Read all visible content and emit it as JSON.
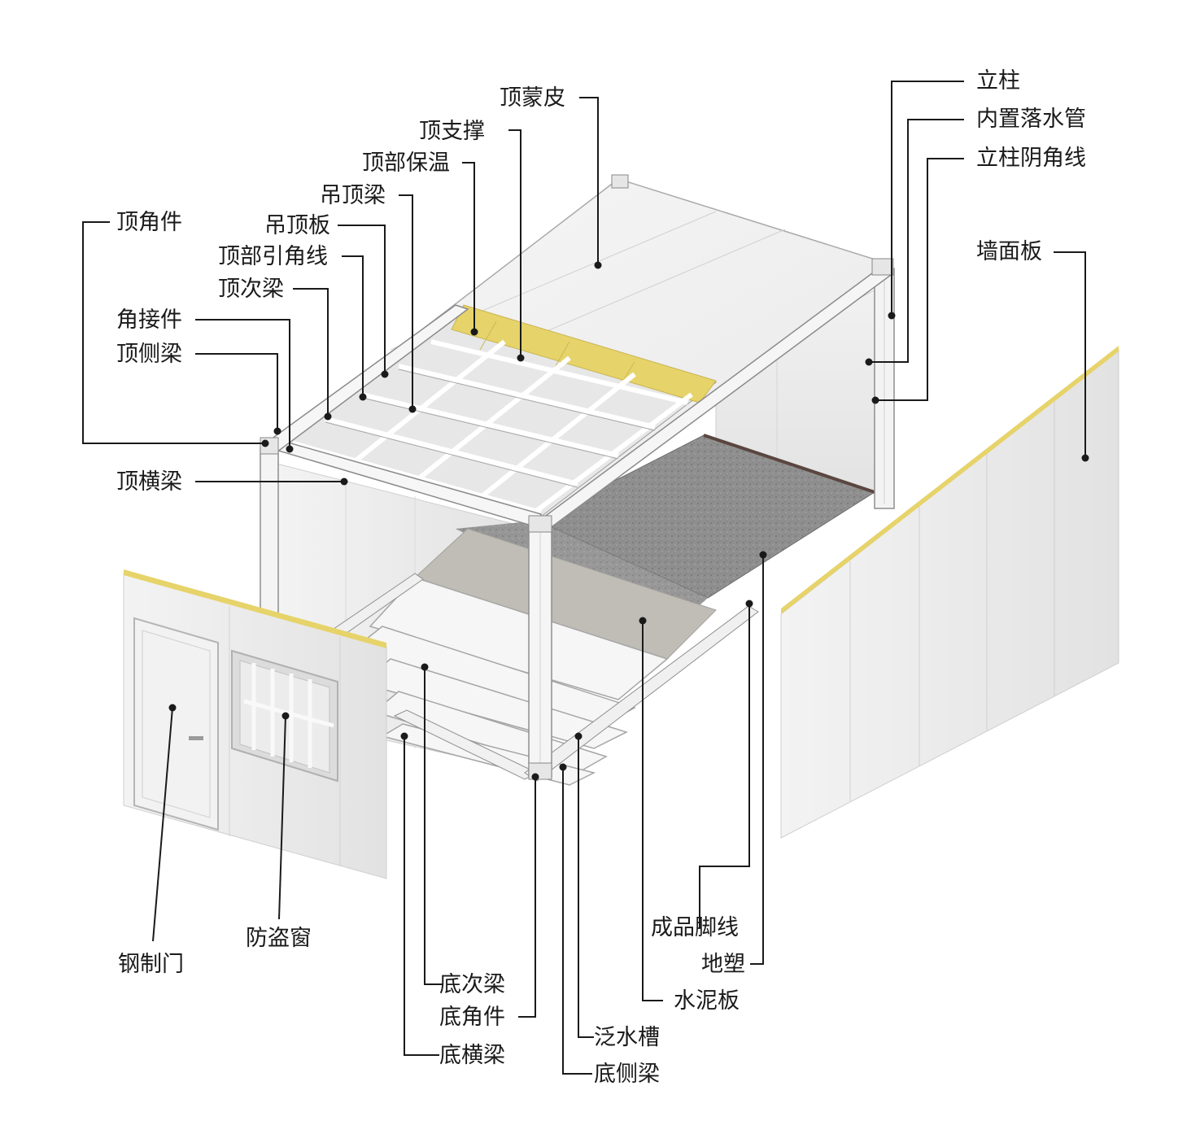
{
  "labels": {
    "top_skin": "顶蒙皮",
    "top_brace": "顶支撑",
    "top_insulation": "顶部保温",
    "ceiling_beam": "吊顶梁",
    "ceiling_board": "吊顶板",
    "top_trim": "顶部引角线",
    "top_secondary_beam": "顶次梁",
    "top_corner_fitting": "顶角件",
    "corner_connector": "角接件",
    "top_side_beam": "顶侧梁",
    "top_cross_beam": "顶横梁",
    "column": "立柱",
    "built_in_downpipe": "内置落水管",
    "column_inner_trim": "立柱阴角线",
    "wall_panel": "墙面板",
    "steel_door": "钢制门",
    "security_window": "防盗窗",
    "baseboard": "成品脚线",
    "floor_vinyl": "地塑",
    "cement_board": "水泥板",
    "bottom_secondary_beam": "底次梁",
    "bottom_corner_fitting": "底角件",
    "bottom_cross_beam": "底横梁",
    "flashing_groove": "泛水槽",
    "bottom_side_beam": "底侧梁"
  },
  "colors": {
    "frame": "#f4f4f4",
    "frame_edge": "#9a9a9a",
    "insulation": "#e6d36a",
    "floor_vinyl": "#8e8e8e",
    "cement_board": "#bdbcb6",
    "panel": "#ececec",
    "line": "#1a1a1a"
  }
}
